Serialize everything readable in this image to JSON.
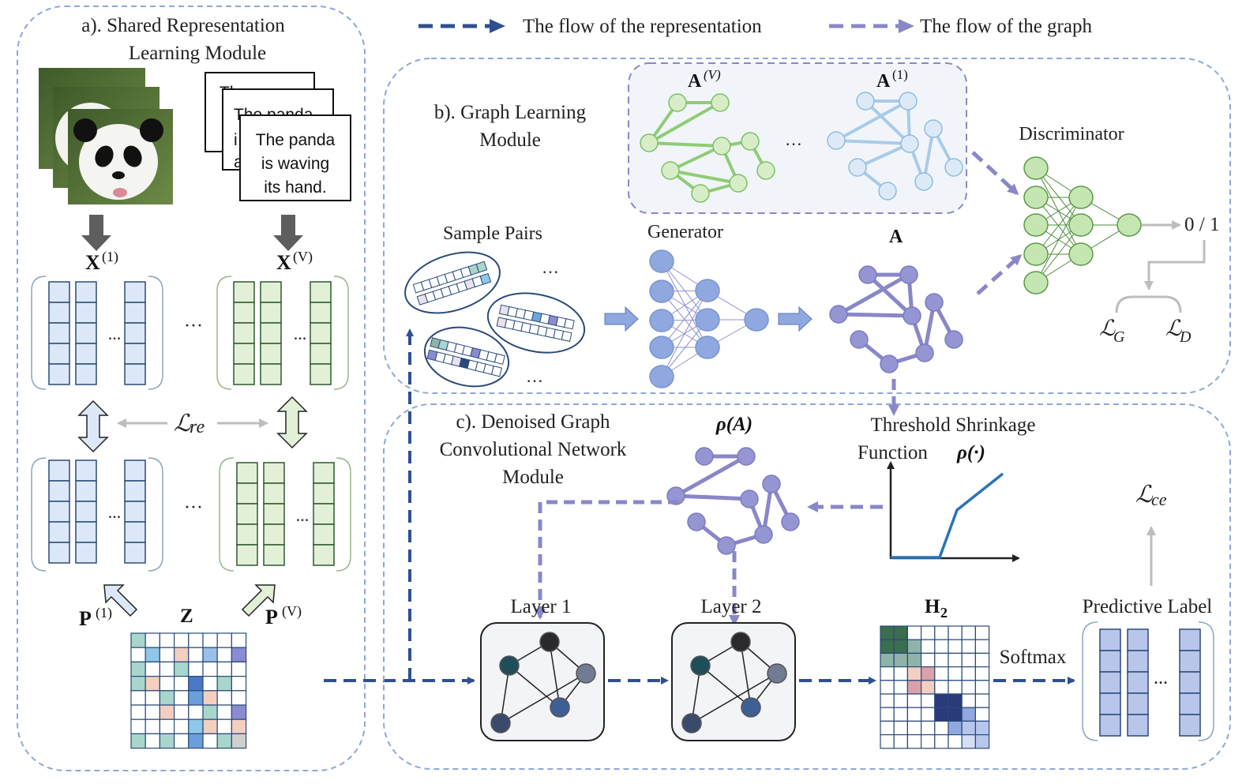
{
  "legend": {
    "representation_flow": "The flow of the representation",
    "graph_flow": "The flow of the graph"
  },
  "module_a": {
    "title_line1": "a). Shared Representation",
    "title_line2": "Learning Module",
    "text_card_partial1": "Th",
    "text_card_partial2": "The panda",
    "text_card_partial3": "i",
    "text_card_partial4": "a",
    "text_card_line1": "The panda",
    "text_card_line2": "is waving",
    "text_card_line3": "its hand.",
    "x1_label": "X",
    "x1_sup": "(1)",
    "xv_label": "X",
    "xv_sup": "(V)",
    "loss_re": "ℒ",
    "loss_re_sub": "re",
    "p1_label": "P",
    "p1_sup": "(1)",
    "pv_label": "P",
    "pv_sup": "(V)",
    "z_label": "Z",
    "dots": "···",
    "ellipsis": "..."
  },
  "module_b": {
    "title_line1": "b). Graph Learning",
    "title_line2": "Module",
    "av_label": "A",
    "av_sup": "(V)",
    "a1_label": "A",
    "a1_sup": "(1)",
    "dots": "···",
    "discriminator": "Discriminator",
    "output": "0 / 1",
    "loss_g": "ℒ",
    "loss_g_sub": "G",
    "loss_d": "ℒ",
    "loss_d_sub": "D",
    "sample_pairs": "Sample Pairs",
    "generator": "Generator",
    "a_label": "A"
  },
  "module_c": {
    "title_line1": "c). Denoised Graph",
    "title_line2": "Convolutional Network",
    "title_line3": "Module",
    "rho_a": "ρ(A)",
    "threshold_line1": "Threshold Shrinkage",
    "threshold_line2": "Function",
    "rho_fn": "ρ(·)",
    "loss_ce": "ℒ",
    "loss_ce_sub": "ce",
    "layer1": "Layer 1",
    "layer2": "Layer 2",
    "h2_label": "H",
    "h2_sub": "2",
    "softmax": "Softmax",
    "predictive_label": "Predictive Label",
    "dots": "···"
  },
  "colors": {
    "rep_flow": "#2f4f8f",
    "graph_flow": "#8a87c8",
    "box_border": "#8fa7d8",
    "blue_cell": "#dce8f7",
    "green_cell": "#e3f0d8",
    "green_node": "#9fd28a",
    "blue_node": "#bcd7f0",
    "purple_node": "#8f8fd0",
    "gen_node": "#8fa8e0"
  }
}
